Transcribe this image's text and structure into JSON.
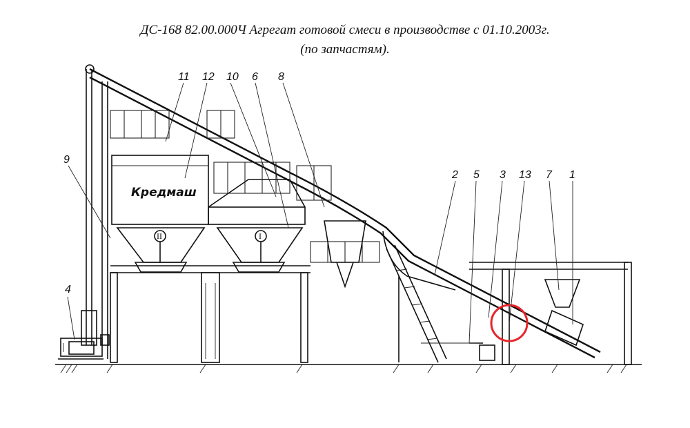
{
  "title": {
    "line1": "ДС-168 82.00.000Ч Агрегат готовой смеси  в производстве с 01.10.2003г.",
    "line2": "(по запчастям)."
  },
  "callouts": [
    "11",
    "12",
    "10",
    "6",
    "8",
    "9",
    "2",
    "5",
    "3",
    "13",
    "7",
    "1",
    "4"
  ],
  "brand_label": "Кредмаш",
  "hopper_marks": [
    "II",
    "I"
  ],
  "highlight_color": "#e8242a"
}
